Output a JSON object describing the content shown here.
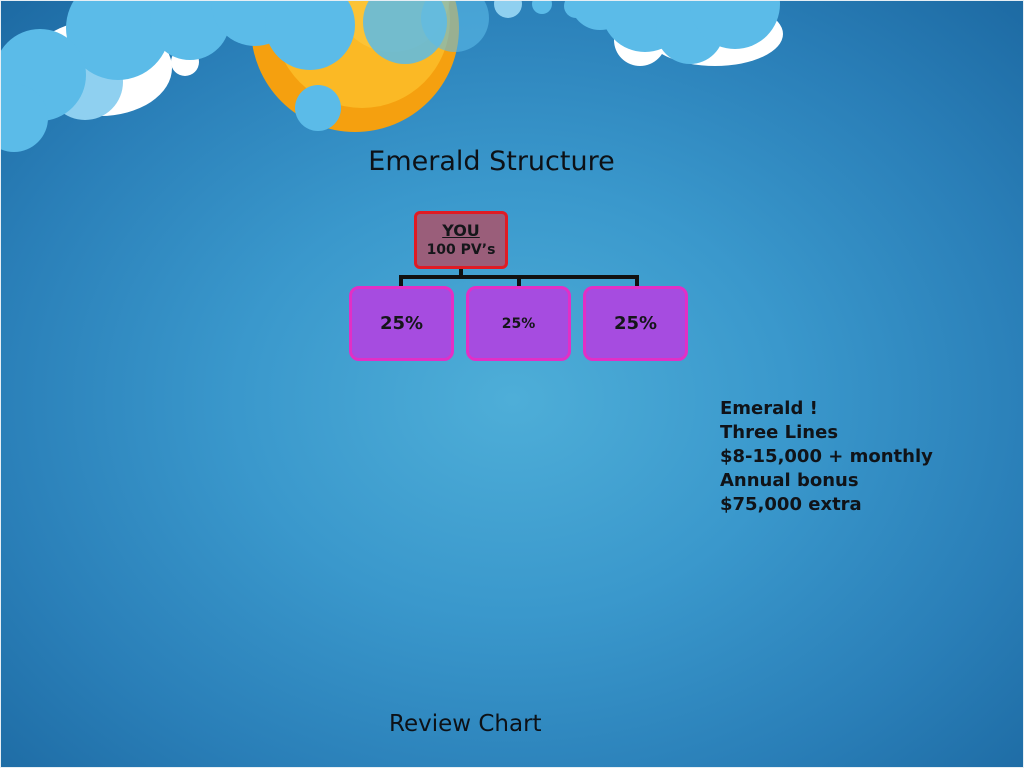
{
  "title": "Emerald Structure",
  "diagram": {
    "root": {
      "line1": "YOU",
      "line2": "100 PV’s"
    },
    "children": [
      {
        "label": "25%"
      },
      {
        "label": "25%"
      },
      {
        "label": "25%"
      }
    ]
  },
  "note": {
    "lines": [
      "Emerald !",
      "Three Lines",
      "$8-15,000 + monthly",
      "Annual bonus",
      "$75,000 extra"
    ]
  },
  "footer": "Review Chart",
  "colors": {
    "root_fill": "#9a5e7a",
    "root_border": "#e01b24",
    "child_fill": "#a64ce0",
    "child_border": "#e22fc6",
    "sun": "#f7a81b",
    "cloud_light": "#5bbbe8",
    "cloud_white": "#ffffff"
  }
}
